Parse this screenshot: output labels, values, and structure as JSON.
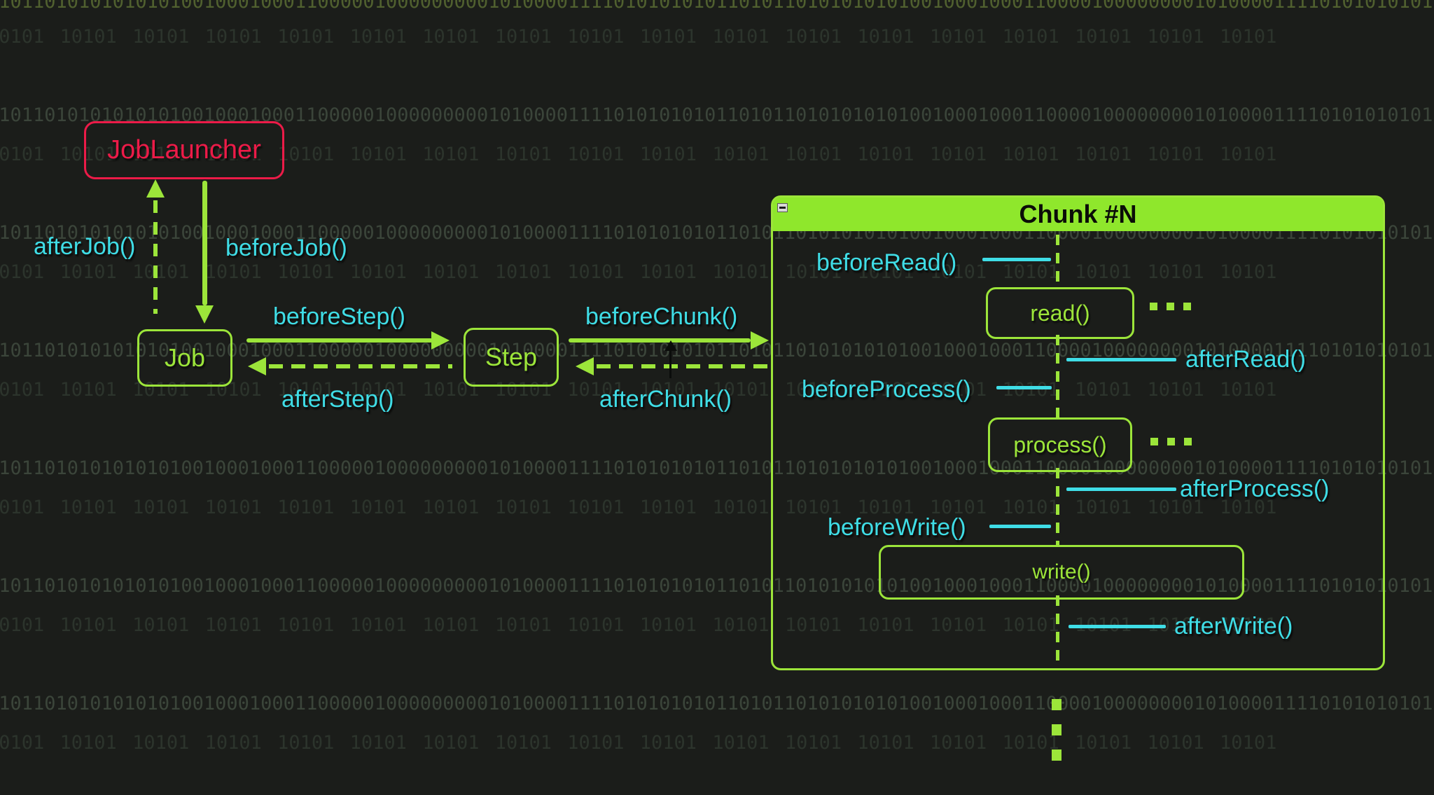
{
  "diagram": {
    "job_launcher": "JobLauncher",
    "job": "Job",
    "step": "Step",
    "labels": {
      "after_job": "afterJob()",
      "before_job": "beforeJob()",
      "before_step": "beforeStep()",
      "after_step": "afterStep()",
      "before_chunk": "beforeChunk()",
      "after_chunk": "afterChunk()"
    }
  },
  "chunk_window": {
    "title": "Chunk #N",
    "window_menu_icon": "system-menu-icon",
    "before_read": "beforeRead()",
    "read": "read()",
    "after_read": "afterRead()",
    "before_process": "beforeProcess()",
    "process": "process()",
    "after_process": "afterProcess()",
    "before_write": "beforeWrite()",
    "write": "write()",
    "after_write": "afterWrite()"
  },
  "background": {
    "binary_line": "010110101010101010010001000110000010000000001010000111101010101011010110101010101001000100011000010000000010100001111010101010110101011010101010010001000110000100000000101",
    "binary_groups": "10101 10101 10101 10101 10101 10101 10101 10101 10101 10101 10101 10101 10101 10101 10101 10101 10101 10101",
    "colors": {
      "background": "#1b1d1a",
      "accent_green": "#9ce53a",
      "titlebar_green": "#8fe72c",
      "accent_cyan": "#3fdde6",
      "accent_red": "#ec1b48"
    }
  }
}
